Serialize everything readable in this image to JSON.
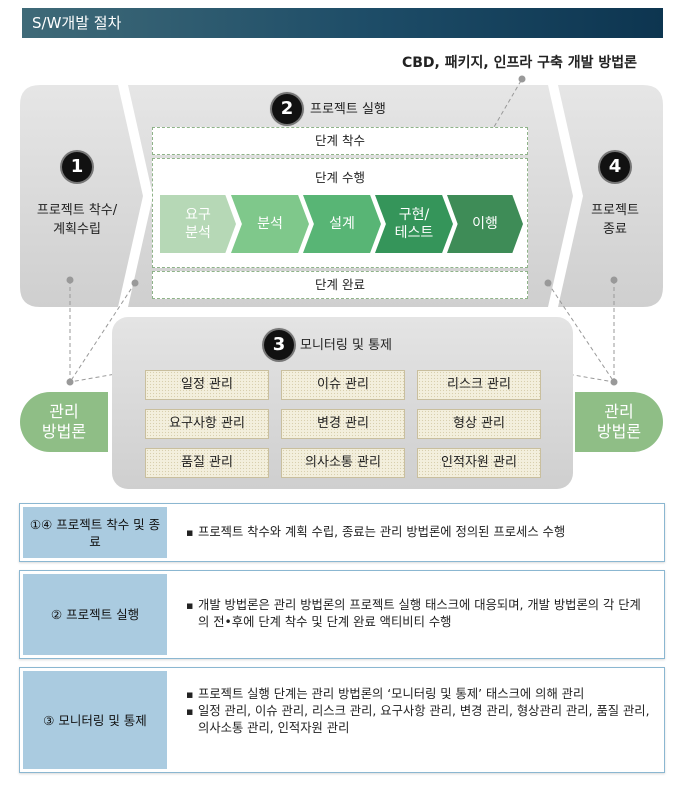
{
  "title": "S/W개발 절차",
  "callout_top": "CBD, 패키지, 인프라 구축 개발 방법론",
  "step1": {
    "number": "1",
    "label_line1": "프로젝트 착수/",
    "label_line2": "계획수립"
  },
  "step2": {
    "number": "2",
    "label": "프로젝트 실행",
    "stage_start": "단계 착수",
    "stage_exec": "단계 수행",
    "stage_end": "단계 완료",
    "phases": [
      {
        "line1": "요구",
        "line2": "분석",
        "color": "#b6d8b6"
      },
      {
        "line1": "분석",
        "line2": "",
        "color": "#7fc88b"
      },
      {
        "line1": "설계",
        "line2": "",
        "color": "#58b575"
      },
      {
        "line1": "구현/",
        "line2": "테스트",
        "color": "#35955a"
      },
      {
        "line1": "이행",
        "line2": "",
        "color": "#3e8c57"
      }
    ]
  },
  "step3": {
    "number": "3",
    "label": "모니터링 및 통제",
    "items": [
      "일정 관리",
      "이슈 관리",
      "리스크 관리",
      "요구사항 관리",
      "변경 관리",
      "형상 관리",
      "품질 관리",
      "의사소통 관리",
      "인적자원 관리"
    ]
  },
  "step4": {
    "number": "4",
    "label_line1": "프로젝트",
    "label_line2": "종료"
  },
  "side_left": {
    "line1": "관리",
    "line2": "방법론"
  },
  "side_right": {
    "line1": "관리",
    "line2": "방법론"
  },
  "notes": [
    {
      "head": "①④ 프로젝트 착수 및 종료",
      "bullets": [
        "프로젝트 착수와 계획 수립, 종료는 관리 방법론에 정의된 프로세스 수행"
      ]
    },
    {
      "head": "② 프로젝트 실행",
      "bullets": [
        "개발 방법론은 관리 방법론의 프로젝트 실행 태스크에 대응되며, 개발 방법론의 각 단계의 전•후에 단계 착수 및 단계 완료 액티비티 수행"
      ]
    },
    {
      "head": "③ 모니터링 및 통제",
      "bullets": [
        "프로젝트 실행 단계는 관리 방법론의 ‘모니터링 및 통제’ 태스크에 의해 관리",
        "일정 관리, 이슈 관리, 리스크 관리, 요구사항 관리, 변경 관리, 형상관리 관리, 품질 관리, 의사소통 관리, 인적자원 관리"
      ]
    }
  ],
  "colors": {
    "title_bar": "#1d4c67",
    "panel_grey": "#d9d9d9",
    "green_pill": "#8fbe86",
    "note_border": "#8bb7d1",
    "note_head": "#aacbe0"
  }
}
